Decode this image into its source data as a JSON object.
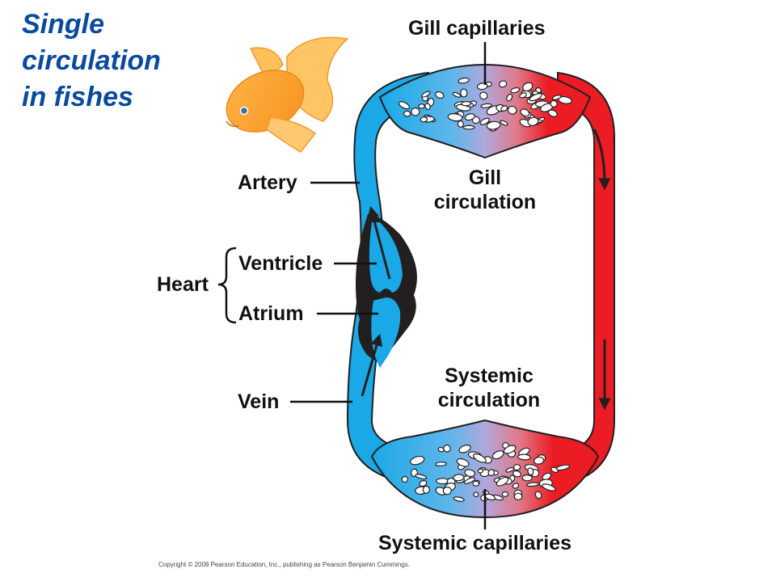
{
  "title": {
    "lines": [
      "Single",
      "circulation",
      "in fishes"
    ],
    "color": "#0a4a9c"
  },
  "labels": {
    "gill_capillaries": "Gill capillaries",
    "gill_circulation": [
      "Gill",
      "circulation"
    ],
    "artery": "Artery",
    "heart": "Heart",
    "ventricle": "Ventricle",
    "atrium": "Atrium",
    "vein": "Vein",
    "systemic_circulation": [
      "Systemic",
      "circulation"
    ],
    "systemic_capillaries": "Systemic capillaries"
  },
  "colors": {
    "deoxygenated": "#1aa9e6",
    "oxygenated": "#ec1c24",
    "capillary_mix": "#b0a8dc",
    "heart": "#231f20"
  },
  "copyright": "Copyright © 2008 Pearson Education, Inc., publishing as Pearson Benjamin Cummings."
}
